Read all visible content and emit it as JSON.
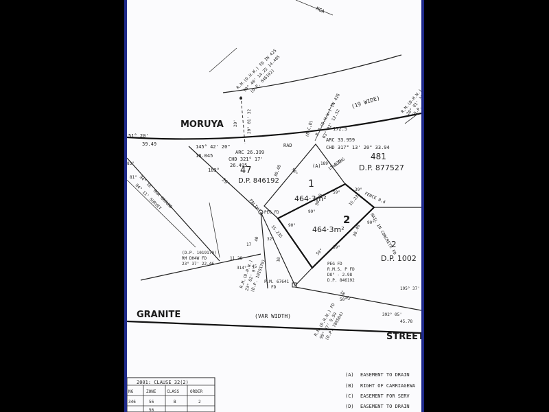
{
  "streets": {
    "moruya": "MORUYA",
    "granite": "GRANITE",
    "street": "STREET",
    "moruya_width": "(19 WIDE)",
    "granite_width": "(VAR WIDTH)"
  },
  "north": "MGA",
  "lots": {
    "lot1": {
      "number": "1",
      "area": "464·3m²"
    },
    "lot2": {
      "number": "2",
      "area": "464·3m²"
    },
    "lot47": {
      "number": "47",
      "dp": "D.P. 846192"
    },
    "lot481": {
      "number": "481",
      "dp": "D.P. 877527"
    },
    "lot2b": {
      "number": "2",
      "dp": "D.P. 1002"
    }
  },
  "labels": {
    "rmh_top": "R.M.(D.H.W.) FD IN 425",
    "rmh_top2": "90° 40' 14.25  14.405",
    "rmh_top3": "(D.P. 846192)",
    "rmh_right": "R.M.(D.H.W.)",
    "rmh_right2": "20° 01' 32",
    "rmh_right3": "(D.P.",
    "rmh_mid": "R.M.(D.H.W.) IN 426",
    "rmh_mid2": "03° 02' 12.52",
    "bc_label": "(B,C,D)",
    "arc1": "ARC 26.399",
    "cho1": "CHD 321° 17'",
    "cho1b": "26.495",
    "arc2": "ARC 33.959",
    "cho2": "CHD 317° 13' 20\" 33.94",
    "rad": "RAD",
    "rad2": "172.5",
    "brg_a": "145° 42' 20\"",
    "brg_a2": "18.045",
    "brg_b": "51° 20'",
    "brg_b2": "39.49",
    "a_label": "(A)",
    "d189": "189°",
    "d189b": "189°",
    "r15235": "15.235",
    "r15235b": "15.235",
    "r15235c": "15.235",
    "r3048": "30.48",
    "r3048b": "30.48",
    "r3048c": "30.48",
    "r90": "90°",
    "r90b": "90°",
    "r99": "99°",
    "r39": "39°",
    "r59": "59°",
    "fence": "FENCE",
    "fence2": "FENCE 0.4",
    "paling": "PALING",
    "paling2": "PALING",
    "peg_fd": "PEG FD",
    "peg_fd2": "PEG FD",
    "rms_fd": "R.M.S. P FD",
    "dist": "DO° - 2.98",
    "dp846": "D.P. 846192",
    "nail": "NAIL IN CONCRETE FD",
    "dp_ref": "(D.P. 1019170)",
    "rm_ref": "RM DH4W FD",
    "rm_ref2": "23° 37' 22.46",
    "mga": "94° 18' MGA GROUND",
    "mga2": "94° 11' SURVEY",
    "d1128": "11.28",
    "d314": "314°",
    "d45": "45",
    "rm_low": "R.M.(D.H.W.)",
    "rm_low2": "23° 02' 9°",
    "rm_low3": "(D.P. 1019170)",
    "pm": "P.M. 67641",
    "pm2": "FD",
    "d1845": "18.45",
    "d50": "50°",
    "rm_bot": "R.M.(D.H.W.) FD",
    "rm_bot2": "99° 47' 9.59",
    "rm_bot3": "(D.P. 789504)",
    "d392": "392° 05'",
    "d4578": "45.78",
    "d195": "195° 37'",
    "d81": "81°",
    "d83": "83°",
    "d17": "17",
    "d40": "40",
    "d32": "32°",
    "d39b": "39°",
    "d59b": "59°",
    "d10": "10",
    "d51": "51°",
    "d20": "20'"
  },
  "legend": {
    "a": {
      "key": "(A)",
      "text": "EASEMENT TO DRAIN"
    },
    "b": {
      "key": "(B)",
      "text": "RIGHT OF CARRIAGEWA"
    },
    "c": {
      "key": "(C)",
      "text": "EASEMENT FOR SERV"
    },
    "d": {
      "key": "(D)",
      "text": "EASEMENT TO DRAIN"
    }
  },
  "table": {
    "title": "2001: CLAUSE 32(2)",
    "headers": [
      "NG",
      "ZONE",
      "CLASS",
      "ORDER"
    ],
    "rows": [
      [
        "346",
        "56",
        "B",
        "2"
      ],
      [
        "",
        "56",
        "",
        ""
      ]
    ]
  }
}
